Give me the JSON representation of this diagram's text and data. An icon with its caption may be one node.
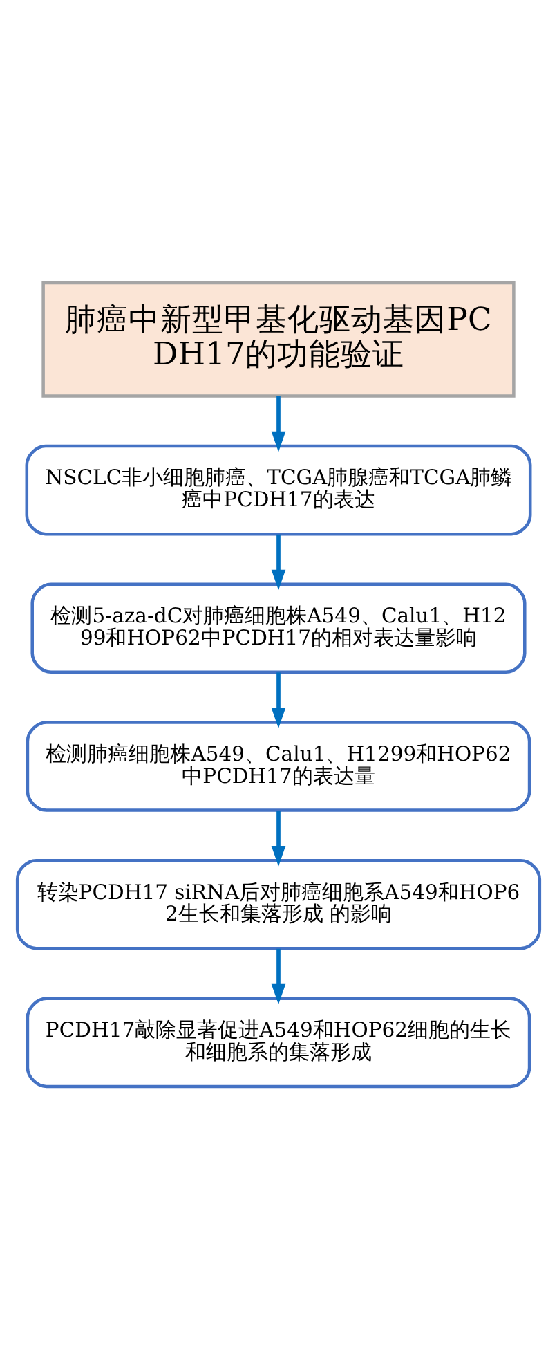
{
  "diagram": {
    "nodes": [
      {
        "text": [
          "肺癌中新型甲基化驱动基因PCDH17的功能验证"
        ]
      },
      {
        "text": [
          "NSCLC非小细胞肺癌、TCGA肺腺癌和TCGA肺鳞癌中PCDH17的表达"
        ]
      },
      {
        "text": [
          "检测5-aza-dC对肺癌细胞株A549、Calu1、H1299和HOP62中PCDH17的相对表达量影响"
        ]
      },
      {
        "text": [
          "检测肺癌细胞株A549、Calu1、H1299和HOP62中PCDH17的表达量"
        ]
      },
      {
        "text": [
          "转染PCDH17 siRNA后对肺癌细胞系A549和HOP62生长和集落形成 的影响"
        ]
      },
      {
        "text": [
          "PCDH17敲除显著促进A549和HOP62细胞的生长和细胞系的集落形成"
        ]
      }
    ],
    "edges": [
      {
        "from": 0,
        "to": 1,
        "arrow": "to"
      },
      {
        "from": 1,
        "to": 2,
        "arrow": "to"
      },
      {
        "from": 2,
        "to": 3,
        "arrow": "to"
      },
      {
        "from": 3,
        "to": 4,
        "arrow": "to"
      },
      {
        "from": 4,
        "to": 5,
        "arrow": "to"
      }
    ]
  }
}
